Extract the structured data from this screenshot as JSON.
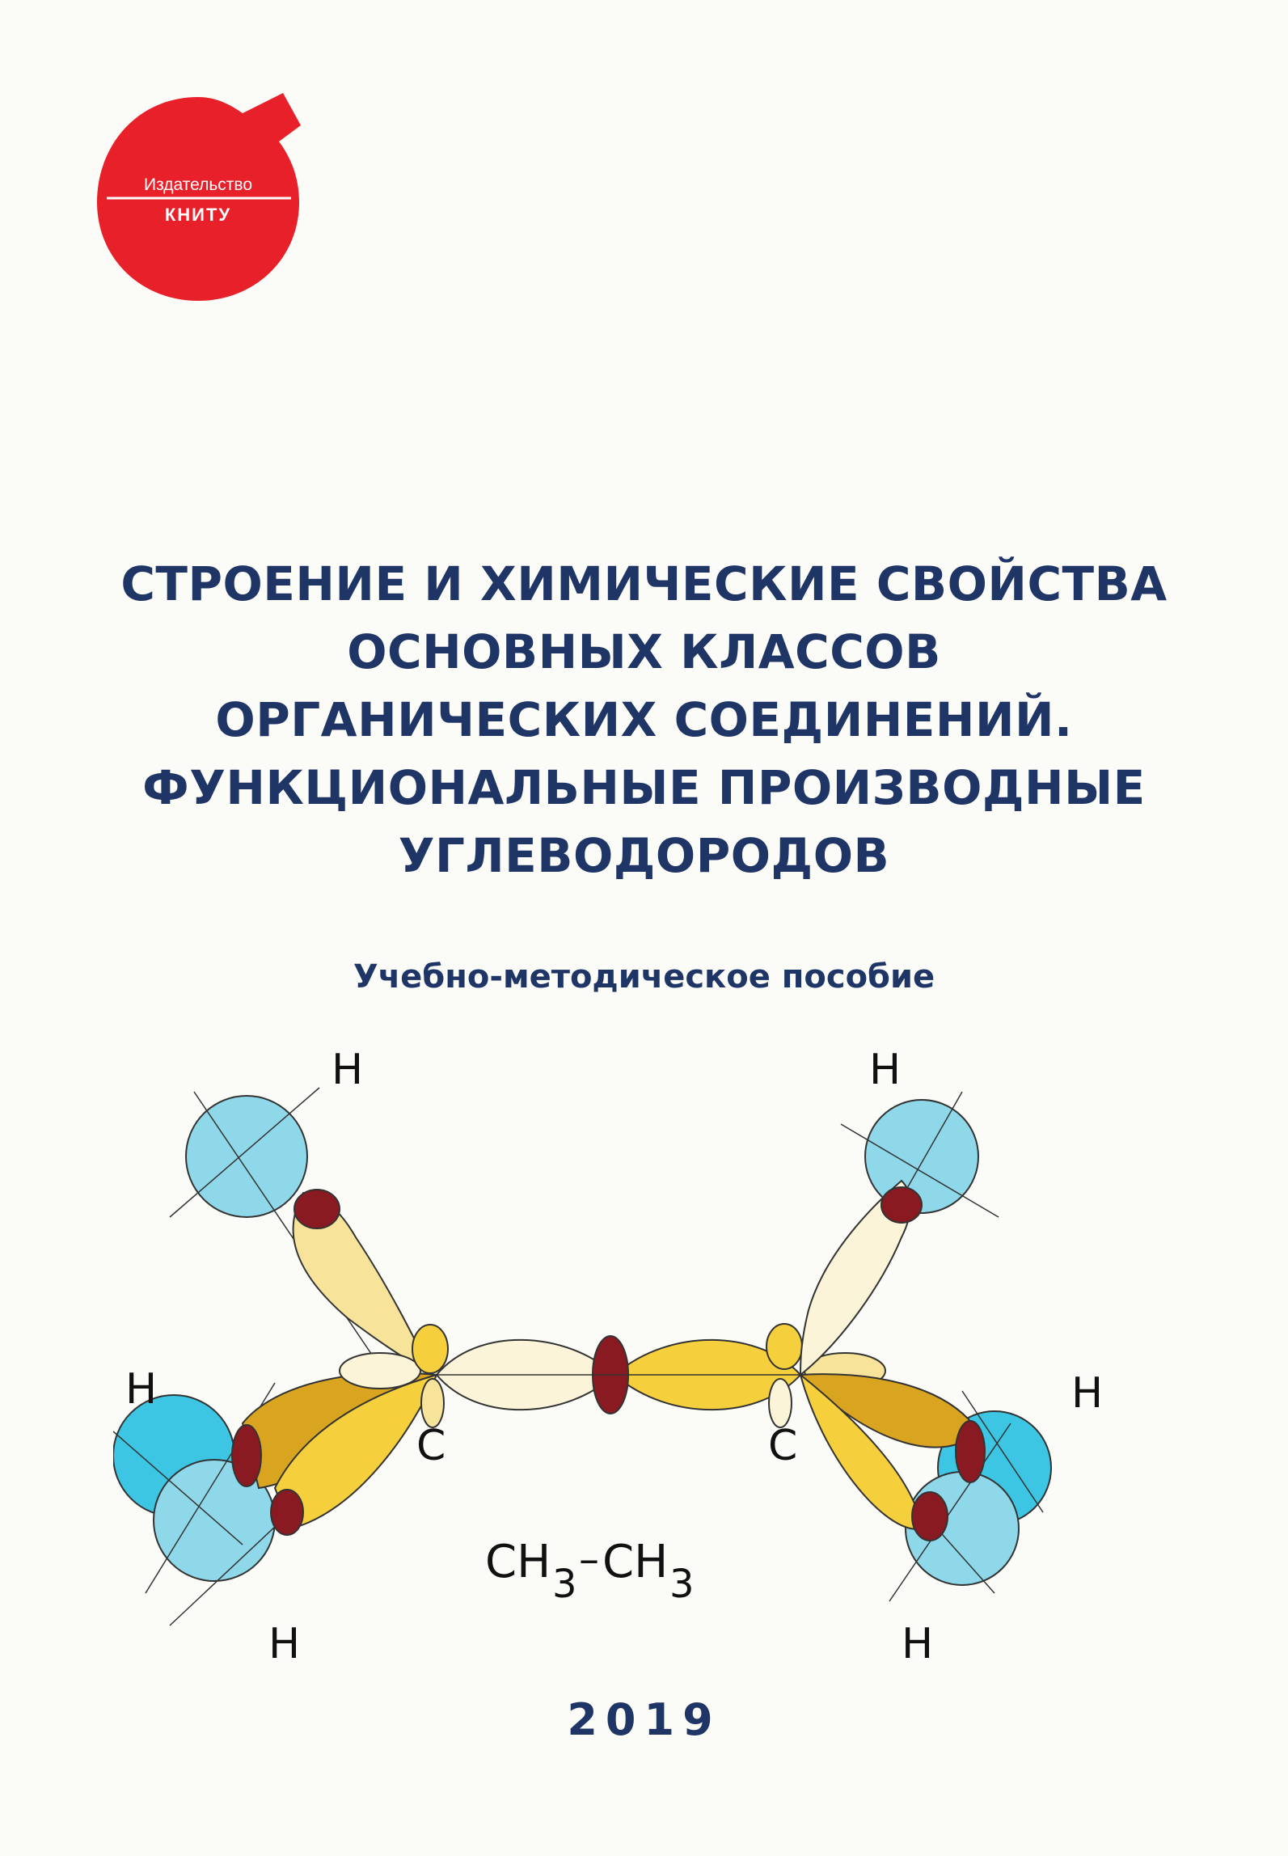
{
  "publisher": {
    "logo_top_text": "Издательство",
    "logo_bottom_text": "КНИТУ",
    "brand_color": "#e8202a"
  },
  "title_lines": [
    "СТРОЕНИЕ И ХИМИЧЕСКИЕ СВОЙСТВА",
    "ОСНОВНЫХ КЛАССОВ",
    "ОРГАНИЧЕСКИХ СОЕДИНЕНИЙ.",
    "ФУНКЦИОНАЛЬНЫЕ ПРОИЗВОДНЫЕ",
    "УГЛЕВОДОРОДОВ"
  ],
  "subtitle": "Учебно-методическое пособие",
  "molecule": {
    "hydrogen_label": "H",
    "carbon_label": "C",
    "formula_left": "CH",
    "formula_sub": "3",
    "formula_dash": "–",
    "formula_right": "CH",
    "formula_sub2": "3"
  },
  "year": "2019",
  "colors": {
    "text": "#1f3566",
    "orbital_yellow": "#f5cf3c",
    "orbital_light": "#fbf4d8",
    "hydrogen_blue": "#8fd8ea",
    "overlap_red": "#8a1a22"
  }
}
